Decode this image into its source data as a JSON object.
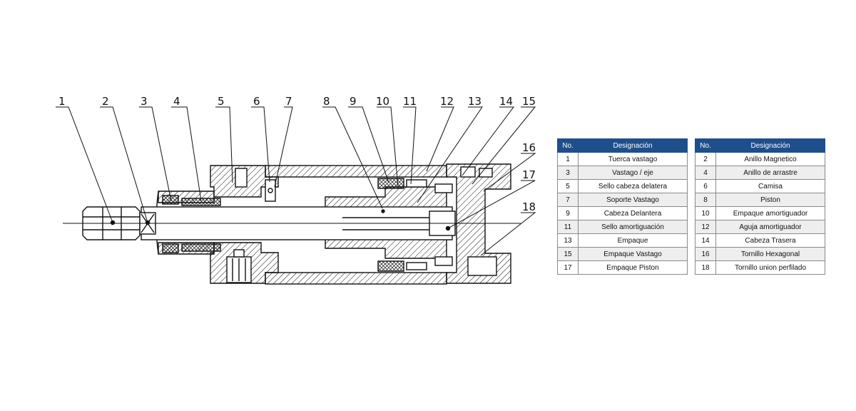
{
  "callouts": [
    "1",
    "2",
    "3",
    "4",
    "5",
    "6",
    "7",
    "8",
    "9",
    "10",
    "11",
    "12",
    "13",
    "14",
    "15",
    "16",
    "17",
    "18"
  ],
  "colors": {
    "header": "#1f4e8c",
    "line": "#111111",
    "row_alt": "#eeeeee"
  },
  "tables": [
    {
      "headers": {
        "no": "No.",
        "designation": "Designación"
      },
      "rows": [
        {
          "no": "1",
          "designation": "Tuerca vastago"
        },
        {
          "no": "3",
          "designation": "Vastago / eje"
        },
        {
          "no": "5",
          "designation": "Sello cabeza delatera"
        },
        {
          "no": "7",
          "designation": "Soporte Vastago"
        },
        {
          "no": "9",
          "designation": "Cabeza Delantera"
        },
        {
          "no": "11",
          "designation": "Sello amortiguación"
        },
        {
          "no": "13",
          "designation": "Empaque"
        },
        {
          "no": "15",
          "designation": "Empaque Vastago"
        },
        {
          "no": "17",
          "designation": "Empaque Piston"
        }
      ]
    },
    {
      "headers": {
        "no": "No.",
        "designation": "Designación"
      },
      "rows": [
        {
          "no": "2",
          "designation": "Anillo Magnetico"
        },
        {
          "no": "4",
          "designation": "Anillo de arrastre"
        },
        {
          "no": "6",
          "designation": "Camisa"
        },
        {
          "no": "8",
          "designation": "Piston"
        },
        {
          "no": "10",
          "designation": "Empaque amortiguador"
        },
        {
          "no": "12",
          "designation": "Aguja amortiguador"
        },
        {
          "no": "14",
          "designation": "Cabeza Trasera"
        },
        {
          "no": "16",
          "designation": "Tornillo Hexagonal"
        },
        {
          "no": "18",
          "designation": "Tornillo union perfilado"
        }
      ]
    }
  ]
}
